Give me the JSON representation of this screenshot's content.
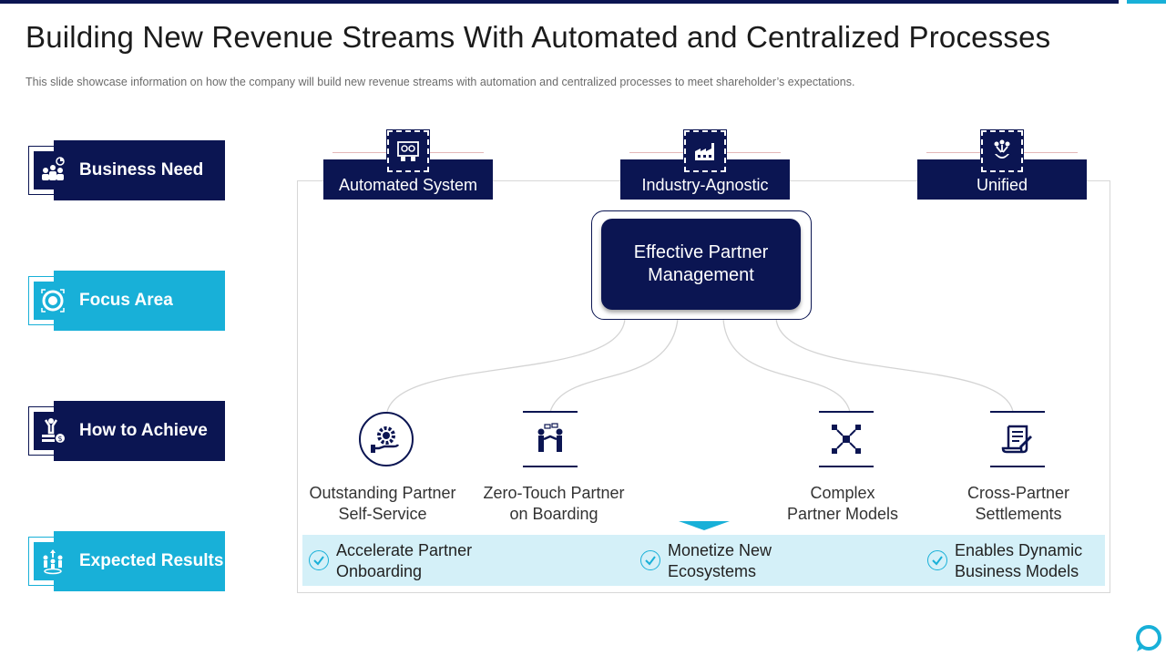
{
  "slide": {
    "title": "Building New Revenue Streams With Automated and Centralized Processes",
    "subtitle": "This slide showcase information  on how the company will build new revenue  streams with automation  and centralized processes to meet shareholder’s  expectations."
  },
  "side_labels": [
    {
      "label": "Business Need",
      "icon": "people-chart-icon",
      "color": "#0b1552"
    },
    {
      "label": "Focus Area",
      "icon": "target-icon",
      "color": "#18b0d8"
    },
    {
      "label": "How to Achieve",
      "icon": "achievement-money-icon",
      "color": "#0b1552"
    },
    {
      "label": "Expected Results",
      "icon": "growth-people-icon",
      "color": "#18b0d8"
    }
  ],
  "focus_columns": [
    {
      "label": "Automated System",
      "icon": "automation-screens-icon"
    },
    {
      "label": "Industry-Agnostic",
      "icon": "factory-icon"
    },
    {
      "label": "Unified",
      "icon": "unified-hand-icon"
    }
  ],
  "center": {
    "label": "Effective Partner Management"
  },
  "achieve_nodes": [
    {
      "label_line1": "Outstanding Partner",
      "label_line2": "Self-Service",
      "icon": "gear-hand-icon"
    },
    {
      "label_line1": "Zero-Touch Partner",
      "label_line2": "on Boarding",
      "icon": "handshake-people-icon"
    },
    {
      "label_line1": "Complex",
      "label_line2": "Partner Models",
      "icon": "network-nodes-icon"
    },
    {
      "label_line1": "Cross-Partner",
      "label_line2": "Settlements",
      "icon": "document-scroll-icon"
    }
  ],
  "results": [
    {
      "line1": "Accelerate Partner",
      "line2": "Onboarding",
      "icon": "check-circle-icon"
    },
    {
      "line1": "Monetize New",
      "line2": "Ecosystems",
      "icon": "check-circle-icon"
    },
    {
      "line1": "Enables Dynamic",
      "line2": "Business Models",
      "icon": "check-circle-icon"
    }
  ],
  "colors": {
    "navy": "#0b1552",
    "cyan": "#18b0d8",
    "light_cyan": "#d4f0f8"
  }
}
